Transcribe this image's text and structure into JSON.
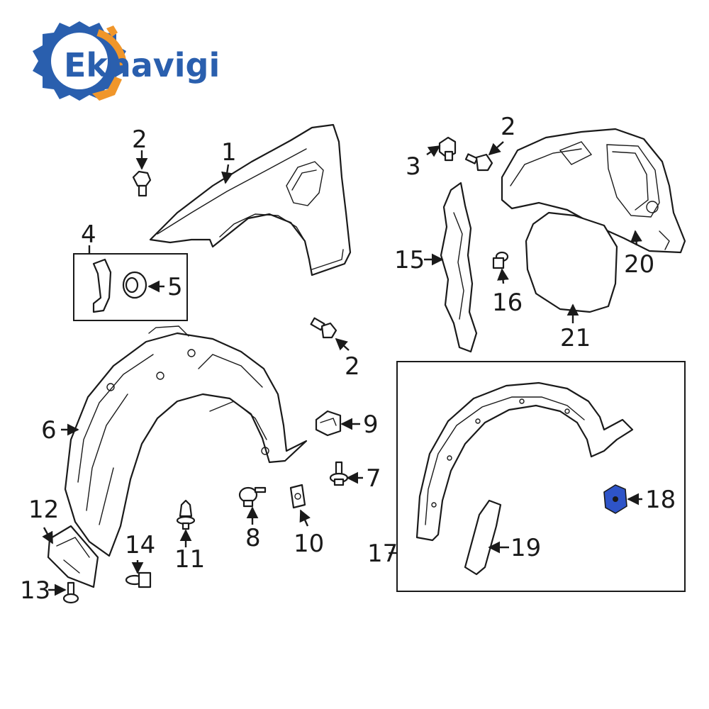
{
  "logo": {
    "text": "Eknavigi",
    "gear_color": "#2a5fae",
    "accent_color": "#f0962a",
    "text_color": "#2a5fae"
  },
  "callouts": {
    "c1": "1",
    "c2a": "2",
    "c2b": "2",
    "c2c": "2",
    "c3": "3",
    "c4": "4",
    "c5": "5",
    "c6": "6",
    "c7": "7",
    "c8": "8",
    "c9": "9",
    "c10": "10",
    "c11": "11",
    "c12": "12",
    "c13": "13",
    "c14": "14",
    "c15": "15",
    "c16": "16",
    "c17": "17",
    "c18": "18",
    "c19": "19",
    "c20": "20",
    "c21": "21"
  },
  "highlight_color": "#2e54c8",
  "line_color": "#1a1a1a"
}
